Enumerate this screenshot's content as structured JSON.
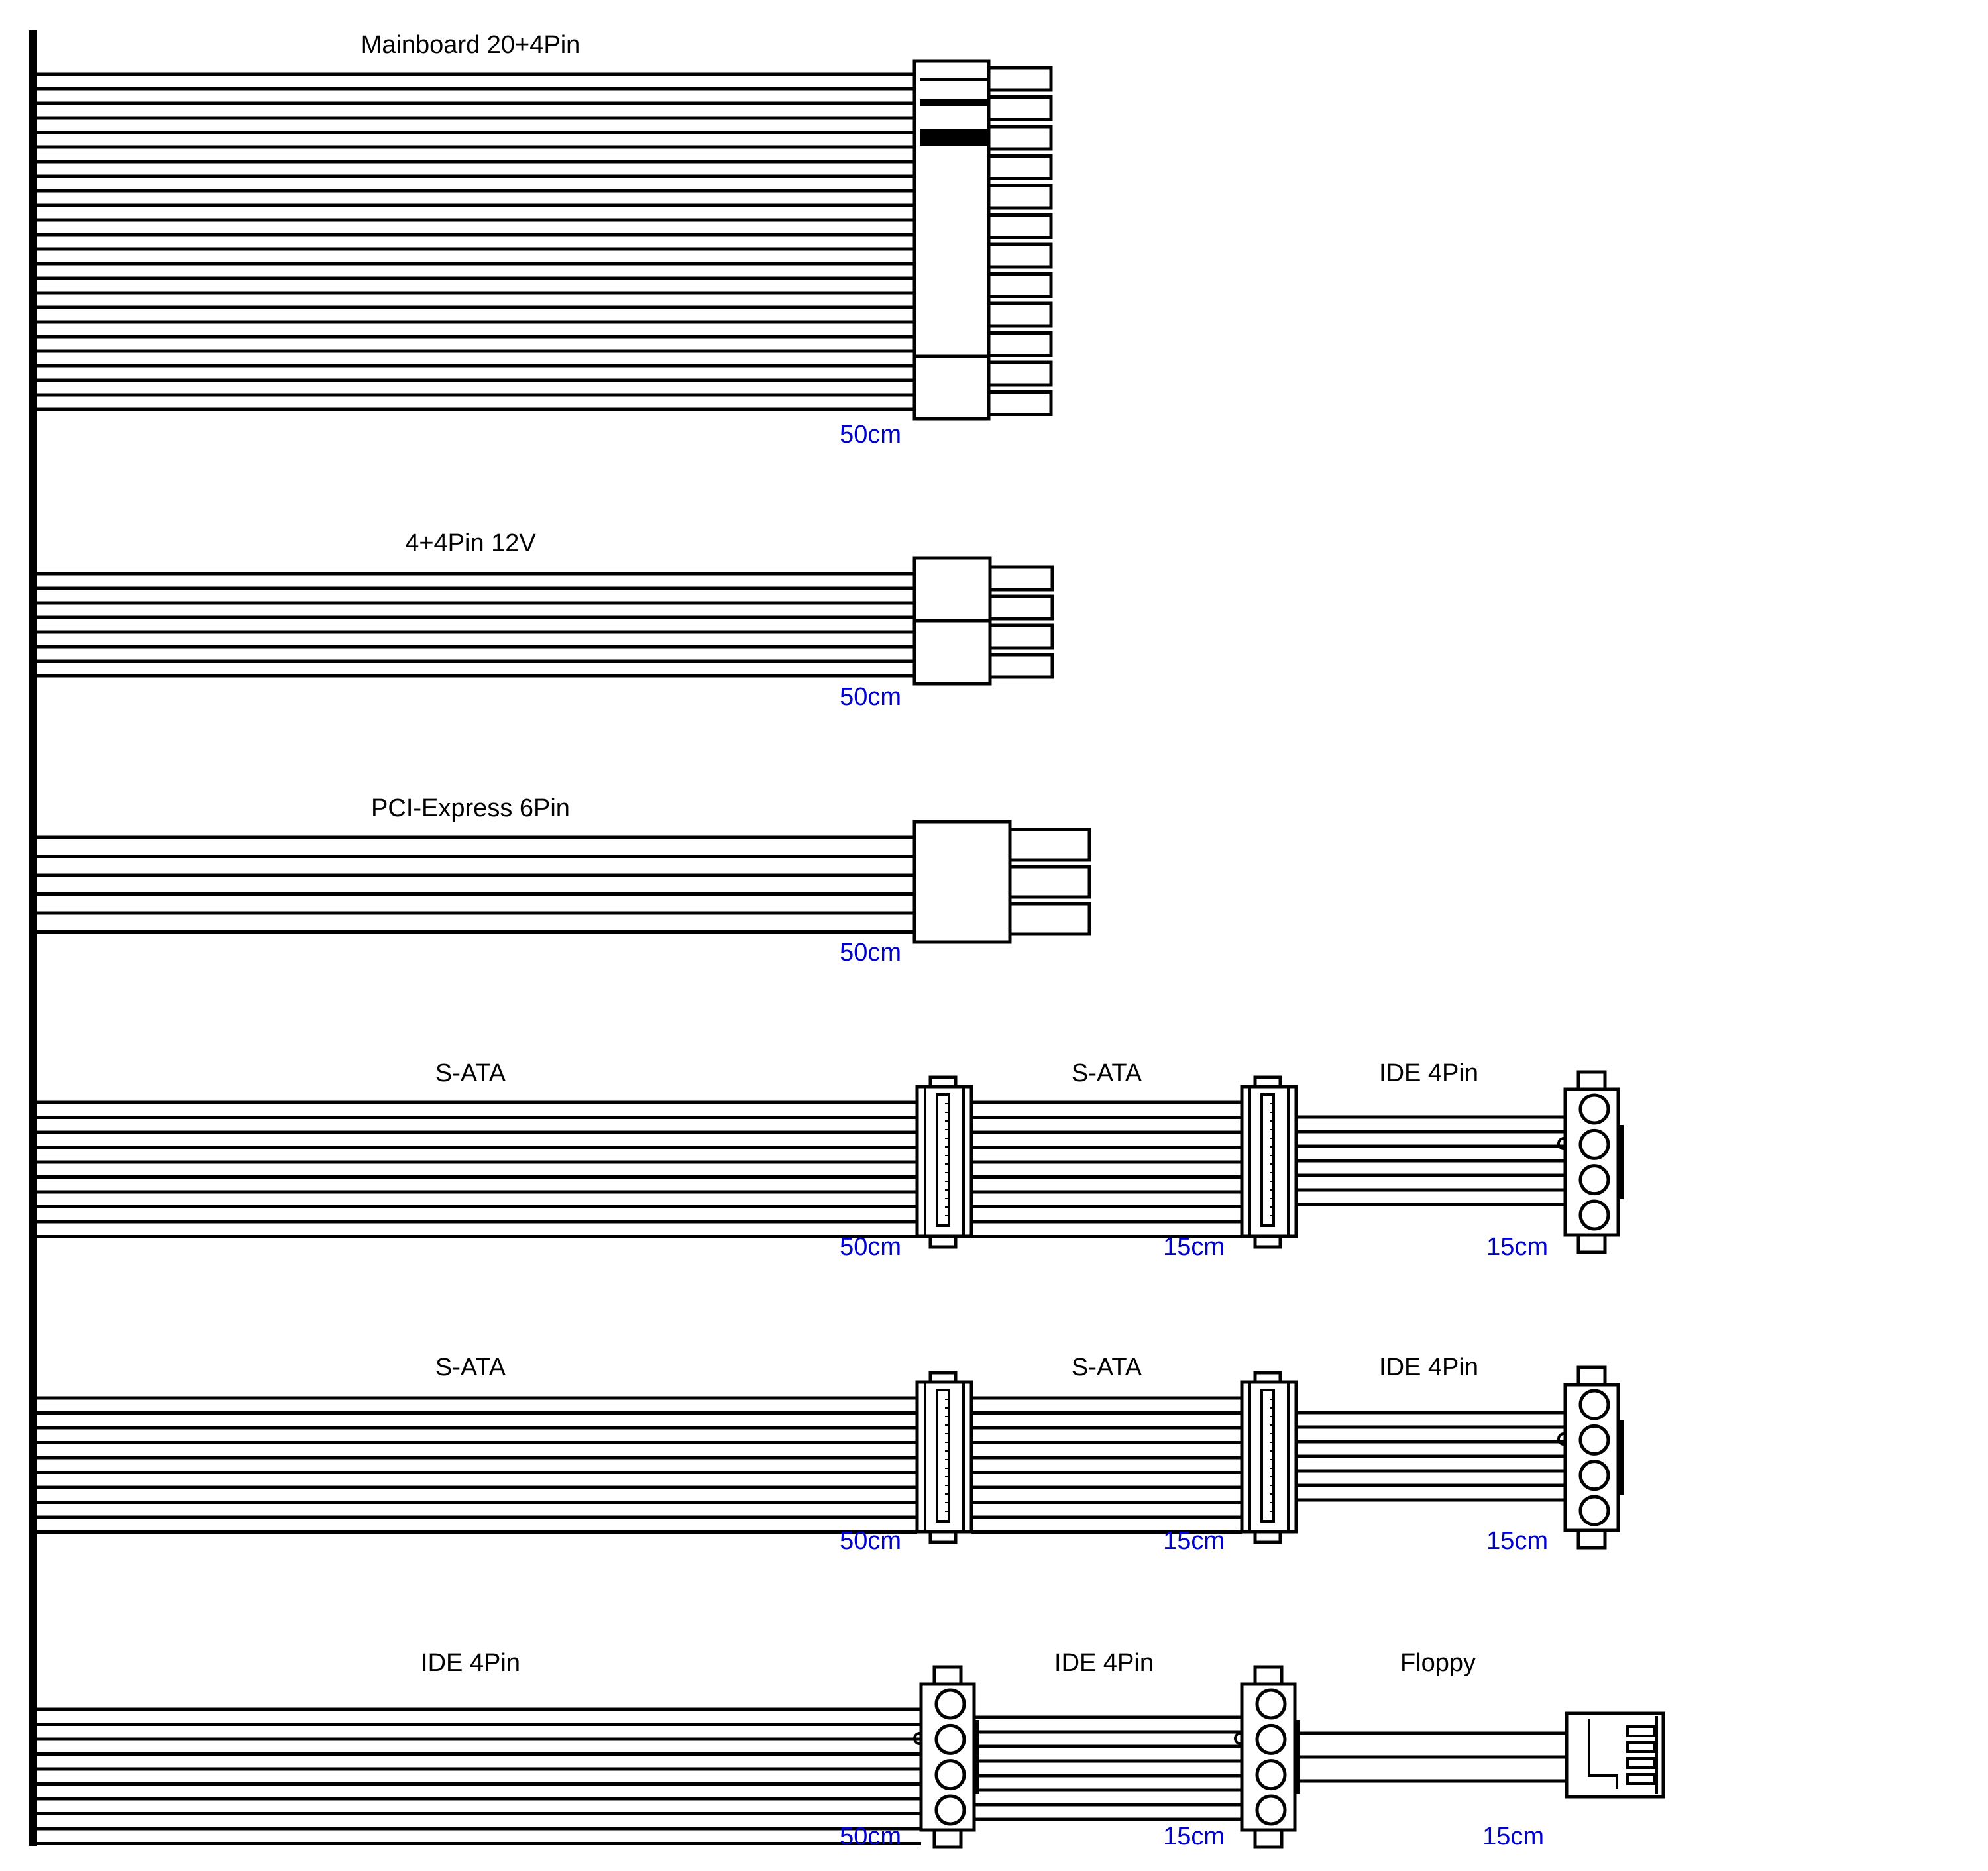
{
  "colors": {
    "wire": "#000000",
    "length_text": "#0000cc",
    "background": "#ffffff"
  },
  "cables": [
    {
      "id": "mainboard",
      "label": "Mainboard 20+4Pin",
      "length": "50cm",
      "connectors": [
        {
          "type": "atx-24-pin-icon"
        }
      ]
    },
    {
      "id": "cpu",
      "label": "4+4Pin 12V",
      "length": "50cm",
      "connectors": [
        {
          "type": "eps-8-pin-icon"
        }
      ]
    },
    {
      "id": "pcie",
      "label": "PCI-Express 6Pin",
      "length": "50cm",
      "connectors": [
        {
          "type": "pcie-6-pin-icon"
        }
      ]
    },
    {
      "id": "sata-chain-1",
      "label": "S-ATA",
      "length": "50cm",
      "connectors": [
        {
          "type": "sata-icon",
          "next_label": "S-ATA",
          "next_length": "15cm"
        },
        {
          "type": "sata-icon",
          "next_label": "IDE 4Pin",
          "next_length": "15cm"
        },
        {
          "type": "molex-icon"
        }
      ]
    },
    {
      "id": "sata-chain-2",
      "label": "S-ATA",
      "length": "50cm",
      "connectors": [
        {
          "type": "sata-icon",
          "next_label": "S-ATA",
          "next_length": "15cm"
        },
        {
          "type": "sata-icon",
          "next_label": "IDE 4Pin",
          "next_length": "15cm"
        },
        {
          "type": "molex-icon"
        }
      ]
    },
    {
      "id": "ide-chain",
      "label": "IDE 4Pin",
      "length": "50cm",
      "connectors": [
        {
          "type": "molex-icon",
          "next_label": "IDE 4Pin",
          "next_length": "15cm"
        },
        {
          "type": "molex-icon",
          "next_label": "Floppy",
          "next_length": "15cm"
        },
        {
          "type": "floppy-icon"
        }
      ]
    }
  ]
}
